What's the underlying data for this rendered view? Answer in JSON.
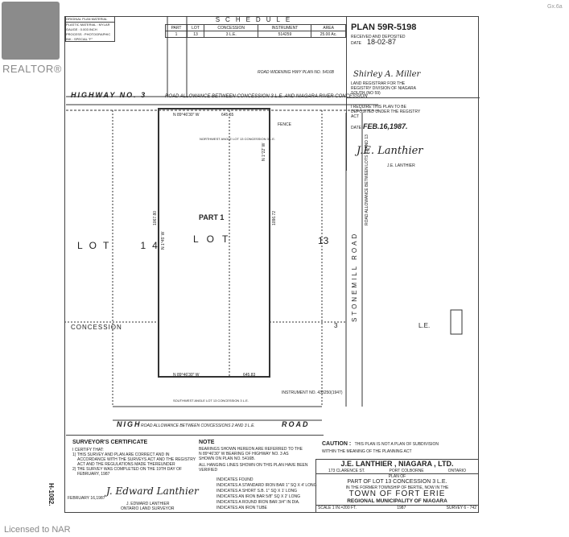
{
  "watermark": {
    "brand": "REALTOR®",
    "license": "Licensed to NAR"
  },
  "corner_note": "Gx.6a",
  "material": {
    "title": "ORIGINAL PLAN MATERIAL",
    "lines": [
      "PLASTIC MATERIAL : MYLAR",
      "GAUGE : 0.003 INCH",
      "PROCESS : PHOTOGRAPHIC",
      "INK : SPECIAL \"F\""
    ]
  },
  "schedule": {
    "title": "SCHEDULE",
    "headers": [
      "PART",
      "LOT",
      "CONCESSION",
      "INSTRUMENT",
      "AREA"
    ],
    "row": [
      "1",
      "13",
      "3 L.E.",
      "514259",
      "25.00 Ac."
    ]
  },
  "plan_box": {
    "title": "PLAN 59R-5198",
    "received": "RECEIVED AND DEPOSITED",
    "date_label": "DATE",
    "date": "18-02-87",
    "signature": "Shirley A. Miller",
    "registrar": [
      "LAND REGISTRAR FOR THE",
      "REGISTRY DIVISION OF NIAGARA",
      "SOUTH (No 59)"
    ],
    "require": [
      "I REQUIRE THIS PLAN TO BE",
      "DEPOSITED UNDER THE REGISTRY",
      "ACT"
    ],
    "req_date_label": "DATE:",
    "req_date": "FEB.16,1987.",
    "req_signature": "J.E. Lanthier",
    "req_name": "J.E. LANTHIER"
  },
  "map": {
    "highway": "HIGHWAY No. 3",
    "highway_allowance": "ROAD ALLOWANCE BETWEEN CONCESSION 3 L.E. AND NIAGARA RIVER CONCESSION",
    "road_widening": "ROAD WIDENING HWY PLAN No. 5416B",
    "north_bearing": "N 89°46'30\" W",
    "north_dist": "645.65",
    "west_bearing": "N 1°45' W",
    "west_dist": "1067.80",
    "east_bearing": "N 1°22' W",
    "east_dist": "1096.72",
    "south_bearing": "N 89°46'30\" W",
    "south_dist": "645.83",
    "part": "PART 1",
    "lot": "LOT",
    "lot14": "LOT 14",
    "lot13": "13",
    "concession": "CONCESSION",
    "conc_no": "3",
    "le": "L.E.",
    "stonemill": "STONEMILL ROAD",
    "stonemill_allowance": "ROAD ALLOWANCE BETWEEN LOTS 12 AND 13",
    "nw_angle": "NORTHWEST ANGLE LOT 13 CONCESSION 3 L.E.",
    "sw_angle": "SOUTHWEST ANGLE LOT 13 CONCESSION 3 L.E.",
    "fence": "FENCE",
    "instrument": "INSTRUMENT No. 433250(1947)",
    "bottom_road_left": "NIGH",
    "bottom_road_allowance": "ROAD ALLOWANCE BETWEEN CONCESSIONS 2 AND 3 L.E.",
    "bottom_road_right": "ROAD",
    "side_code": "H-1082."
  },
  "certificate": {
    "title": "SURVEYOR'S CERTIFICATE",
    "lines": [
      "I CERTIFY THAT:",
      "1) THIS SURVEY AND PLAN ARE CORRECT AND IN",
      "ACCORDANCE WITH THE SURVEYS ACT AND THE REGISTRY",
      "ACT AND THE REGULATIONS MADE THEREUNDER",
      "2) THE SURVEY WAS COMPLETED ON THE 19TH DAY OF",
      "FEBRUARY, 1987"
    ],
    "date": "FEBRUARY 16,1987",
    "signature": "J. Edward Lanthier",
    "name": "J. EDWARD LANTHIER",
    "role": "ONTARIO LAND SURVEYOR"
  },
  "note": {
    "title": "NOTE",
    "lines": [
      "BEARINGS SHOWN HEREON ARE REFERRED TO THE",
      "N 89°46'30\" W BEARING OF HIGHWAY No. 3 AS",
      "SHOWN ON PLAN No. 5416B.",
      "ALL HANGING LINES SHOWN ON THIS PLAN HAVE BEEN",
      "VERIFIED"
    ],
    "legend": [
      "INDICATES FOUND",
      "INDICATES A STANDARD IRON BAR 1\" SQ x 4' LONG",
      "INDICATES A SHORT S.B. 1\" SQ x 1' LONG",
      "INDICATES AN IRON BAR 5/8\" SQ x 2' LONG",
      "INDICATES A ROUND IRON BAR 3/4\" IN DIA.",
      "INDICATES AN IRON TUBE"
    ]
  },
  "caution": {
    "label": "CAUTION :",
    "lines": [
      "THIS PLAN IS NOT A PLAN OF SUBDIVISION",
      "WITHIN THE MEANING OF THE PLANNING ACT"
    ]
  },
  "title_block": {
    "firm": "J.E. LANTHIER , NIAGARA , LTD.",
    "address": [
      "173 CLARENCE ST.",
      "PORT COLBORNE",
      "ONTARIO"
    ],
    "plan_of": "PLAN OF",
    "part": "PART OF LOT 13 CONCESSION 3 L.E.",
    "former": "IN THE FORMER TOWNSHIP OF BERTIE, NOW IN THE",
    "town": "TOWN OF FORT ERIE",
    "region": "REGIONAL MUNICIPALITY OF NIAGARA",
    "scale": "SCALE 1 IN.=200 FT.",
    "year": "1987",
    "survey": "SURVEY 6 - 742"
  }
}
